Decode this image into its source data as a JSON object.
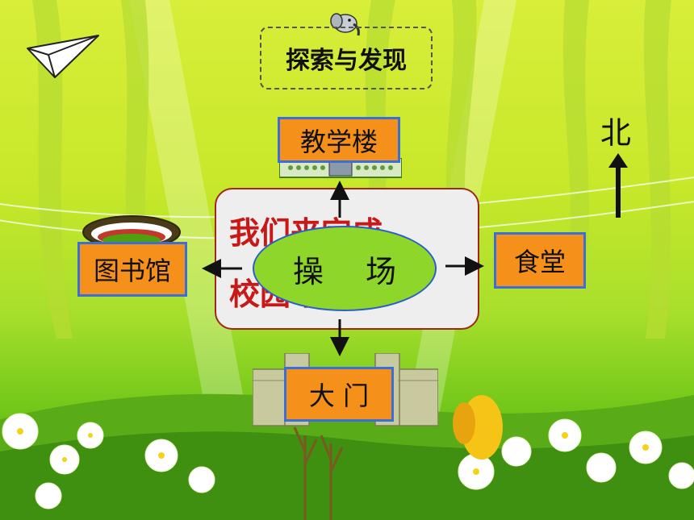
{
  "title": "探索与发现",
  "center": {
    "text_line1": "我们来完成",
    "text_line2": "校园平面图",
    "oval_label": "操  场"
  },
  "locations": {
    "north": "教学楼",
    "west": "图书馆",
    "east": "食堂",
    "south": "大 门"
  },
  "compass": {
    "label": "北"
  },
  "colors": {
    "box_fill": "#f5901a",
    "box_border": "#3a6fd8",
    "oval_fill": "#8fd62a",
    "center_text": "#c81818"
  },
  "icons": [
    "paper-plane-icon",
    "elephant-icon",
    "north-arrow-icon"
  ]
}
